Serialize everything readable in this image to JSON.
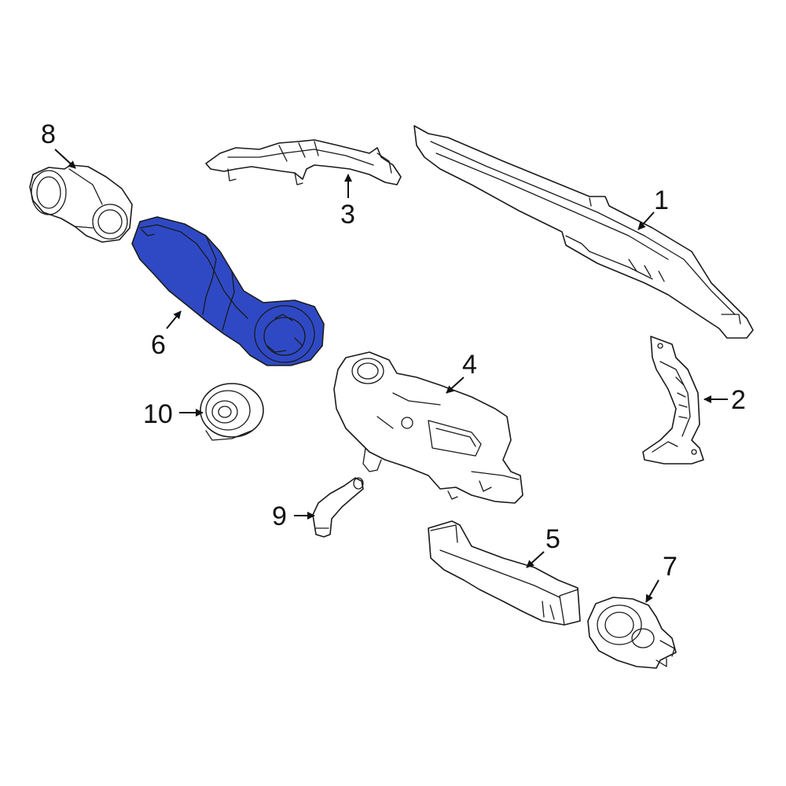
{
  "diagram": {
    "highlight_color": "#2f49c4",
    "callouts": [
      {
        "id": "1",
        "label": "1"
      },
      {
        "id": "2",
        "label": "2"
      },
      {
        "id": "3",
        "label": "3"
      },
      {
        "id": "4",
        "label": "4"
      },
      {
        "id": "5",
        "label": "5"
      },
      {
        "id": "6",
        "label": "6"
      },
      {
        "id": "7",
        "label": "7"
      },
      {
        "id": "8",
        "label": "8"
      },
      {
        "id": "9",
        "label": "9"
      },
      {
        "id": "10",
        "label": "10"
      }
    ],
    "highlighted_part": "6"
  }
}
